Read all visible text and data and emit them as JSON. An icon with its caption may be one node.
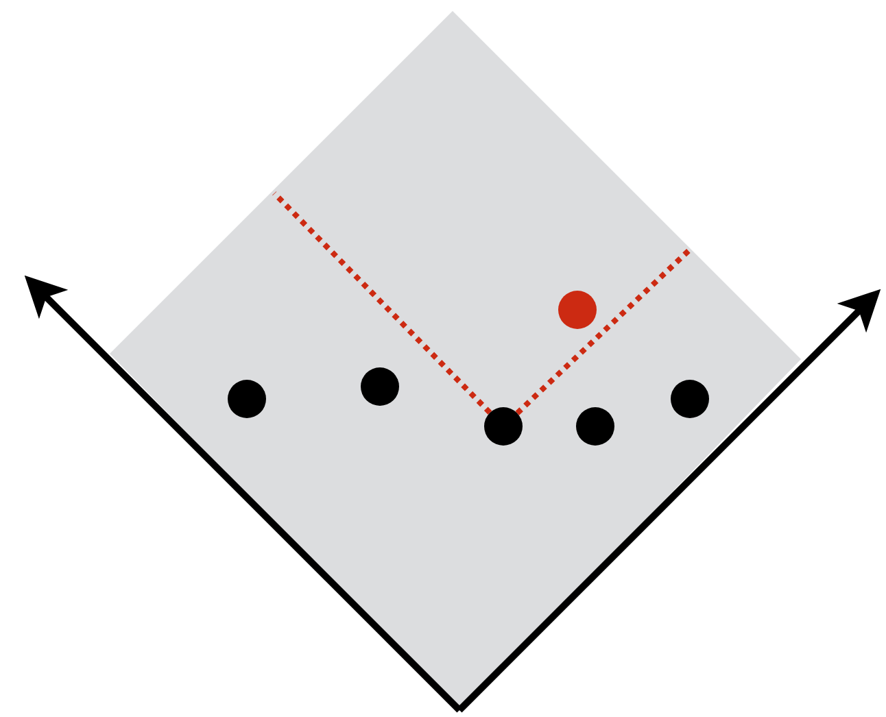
{
  "diagram": {
    "nodes": [
      {
        "text": [],
        "shape": "diamond"
      },
      {
        "text": [],
        "shape": "circle",
        "in": 0
      },
      {
        "text": [],
        "shape": "circle",
        "in": 0
      },
      {
        "text": [],
        "shape": "circle",
        "in": 0
      },
      {
        "text": [],
        "shape": "circle",
        "in": 0
      },
      {
        "text": [],
        "shape": "circle",
        "in": 0
      },
      {
        "text": [],
        "shape": "circle",
        "in": 0
      }
    ],
    "edges": [
      {
        "from": 3,
        "to": null,
        "arrow": "none",
        "style": "dashed",
        "color": "#cc2a12"
      },
      {
        "from": 3,
        "to": null,
        "arrow": "none",
        "style": "dashed",
        "color": "#cc2a12"
      }
    ]
  }
}
